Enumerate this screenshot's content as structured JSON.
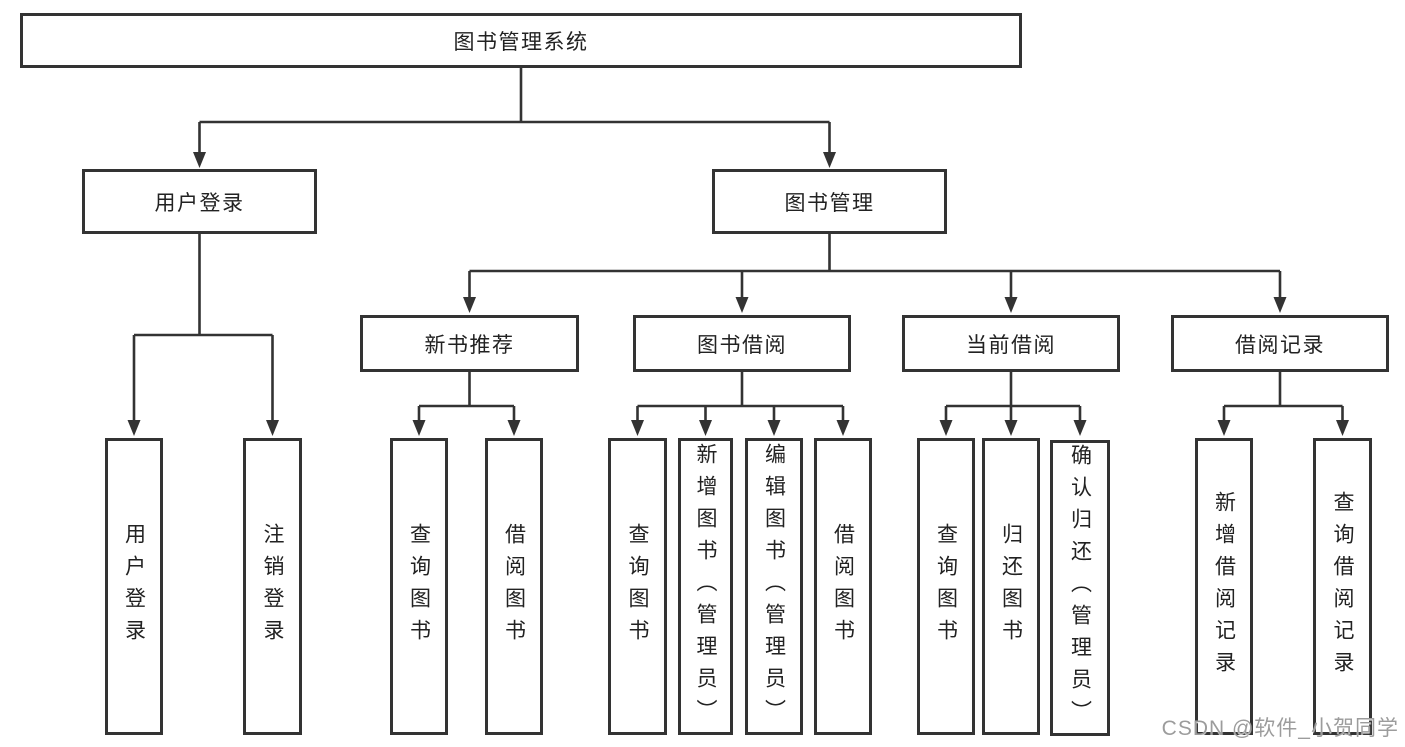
{
  "colors": {
    "line": "#333333",
    "border": "#333333",
    "text": "#222222",
    "watermark": "#9c9c9c",
    "background": "#ffffff"
  },
  "watermark": "CSDN @软件_小贺同学",
  "tree": {
    "root": {
      "label": "图书管理系统",
      "children": [
        {
          "label": "用户登录",
          "children": [
            {
              "label": "用户登录"
            },
            {
              "label": "注销登录"
            }
          ]
        },
        {
          "label": "图书管理",
          "children": [
            {
              "label": "新书推荐",
              "children": [
                {
                  "label": "查询图书"
                },
                {
                  "label": "借阅图书"
                }
              ]
            },
            {
              "label": "图书借阅",
              "children": [
                {
                  "label": "查询图书"
                },
                {
                  "label": "新增图书（管理员）"
                },
                {
                  "label": "编辑图书（管理员）"
                },
                {
                  "label": "借阅图书"
                }
              ]
            },
            {
              "label": "当前借阅",
              "children": [
                {
                  "label": "查询图书"
                },
                {
                  "label": "归还图书"
                },
                {
                  "label": "确认归还（管理员）"
                }
              ]
            },
            {
              "label": "借阅记录",
              "children": [
                {
                  "label": "新增借阅记录"
                },
                {
                  "label": "查询借阅记录"
                }
              ]
            }
          ]
        }
      ]
    }
  }
}
